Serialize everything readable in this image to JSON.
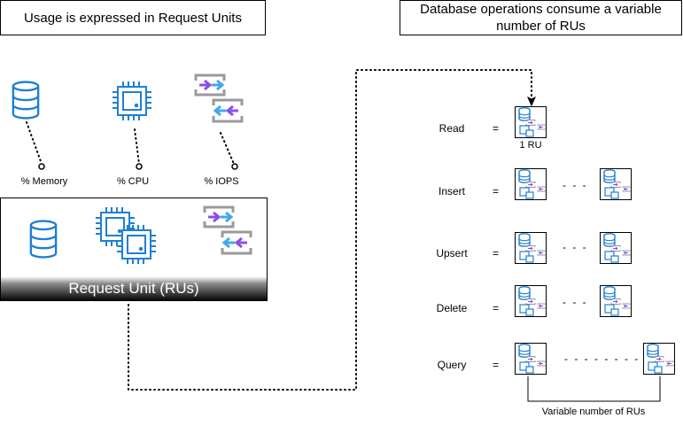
{
  "left_panel": {
    "title": "Usage is expressed in Request Units",
    "resources": [
      {
        "label": "% Memory",
        "icon": "database-icon"
      },
      {
        "label": "% CPU",
        "icon": "cpu-icon"
      },
      {
        "label": "% IOPS",
        "icon": "io-arrows-icon"
      }
    ],
    "request_unit_label": "Request Unit (RUs)"
  },
  "right_panel": {
    "title": "Database operations consume a variable number of RUs",
    "operations": [
      {
        "name": "Read",
        "equals": "=",
        "note": "1 RU",
        "dashes": ""
      },
      {
        "name": "Insert",
        "equals": "=",
        "note": "",
        "dashes": "- - -"
      },
      {
        "name": "Upsert",
        "equals": "=",
        "note": "",
        "dashes": "- - -"
      },
      {
        "name": "Delete",
        "equals": "=",
        "note": "",
        "dashes": "- - -"
      },
      {
        "name": "Query",
        "equals": "=",
        "note": "",
        "dashes": "- - - - - - - -"
      }
    ],
    "variable_label": "Variable number of RUs"
  },
  "colors": {
    "azure_blue": "#1e7fd6",
    "purple": "#8d4ee8",
    "light_blue": "#40a9ee",
    "gray": "#9a9a9a"
  }
}
